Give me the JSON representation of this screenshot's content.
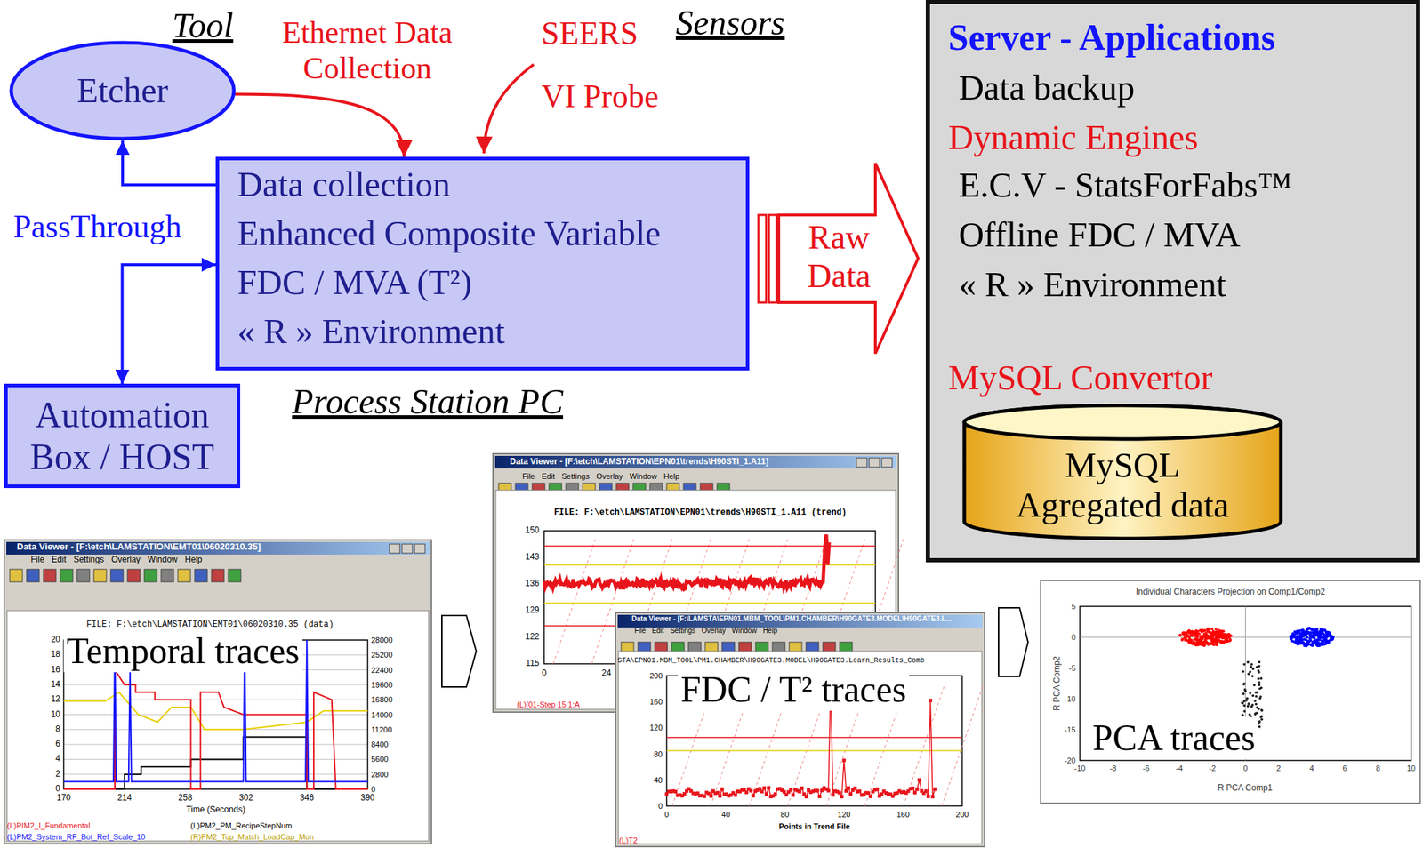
{
  "diagram": {
    "nodes": [
      {
        "text": [
          "Etcher"
        ]
      },
      {
        "text": [
          "Data collection",
          "Enhanced Composite Variable",
          "FDC /  MVA (T²)",
          "« R » Environment",
          "Process Station PC"
        ]
      },
      {
        "text": [
          "Automation Box / HOST"
        ]
      },
      {
        "text": [
          "Server - Applications",
          "Data backup",
          "Dynamic Engines",
          "E.C.V - StatsForFabs™",
          "Offline FDC /  MVA",
          "« R » Environment",
          "MySQL Convertor"
        ]
      },
      {
        "text": [
          "MySQL Agregated data"
        ],
        "in": 3
      }
    ],
    "edges": [
      {
        "from": 0,
        "to": 1,
        "arrow": "to",
        "label": "Ethernet Data Collection"
      },
      {
        "from": 1,
        "to": 0,
        "arrow": "to"
      },
      {
        "from": 2,
        "to": 1,
        "arrow": "both"
      },
      {
        "from": 1,
        "to": 3,
        "arrow": "to",
        "label": "Raw Data"
      }
    ],
    "labels": [
      "Tool",
      "Sensors",
      "SEERS",
      "VI Probe",
      "PassThrough",
      "Temporal traces",
      "FDC / T² traces",
      "PCA traces",
      "Data Viewer - [F:\\etch\\LAMSTATION\\EMT01\\06020310.35]",
      "File Edit Settings Overlay Window Help",
      "FILE: F:\\etch\\LAMSTATION\\EMT01\\06020310.35 (data)",
      "20",
      "18",
      "16",
      "14",
      "12",
      "10",
      "8",
      "6",
      "4",
      "2",
      "0",
      "28000",
      "25200",
      "22400",
      "19600",
      "16800",
      "14000",
      "11200",
      "8400",
      "5600",
      "2800",
      "0",
      "170",
      "214",
      "258",
      "302",
      "346",
      "390",
      "Time (Seconds)",
      "(L)PIM2_I_Fundamental",
      "(L)PM2_PM_RecipeStepNum",
      "(L)PM2_System_RF_Bot_Ref_Scale_10",
      "(R)PM2_Top_Match_LoadCap_Mon",
      "Data Viewer - [F:\\etch\\LAMSTATION\\EPN01\\trends\\H90STI_1.A11]",
      "File Edit Settings Overlay Window Help",
      "FILE: F:\\etch\\LAMSTATION\\EPN01\\trends\\H90STI_1.A11  (trend)",
      "150",
      "143",
      "136",
      "129",
      "122",
      "115",
      "0",
      "24",
      "(L)[01-Step 15:1:A",
      "Data Viewer - [F:\\LAMSTA\\EPN01.MBM_TOOL\\PM1.CHAMBER\\H90GATE3.MODEL\\H90GATE3.L...",
      "File Edit Settings Overlay Window Help",
      "STA\\EPN01.MBM_TOOL\\PM1.CHAMBER\\H90GATE3.MODEL\\H90GATE3.Learn_Results_Comb",
      "200",
      "160",
      "120",
      "80",
      "40",
      "0",
      "0",
      "40",
      "80",
      "120",
      "160",
      "200",
      "Points in Trend File",
      "(L)T2",
      "Individual Characters Projection on Comp1/Comp2",
      "R PCA Comp1",
      "R PCA Comp2",
      "5",
      "0",
      "-5",
      "-10",
      "-15",
      "-20",
      "-10",
      "-8",
      "-6",
      "-4",
      "-2",
      "0",
      "2",
      "4",
      "6",
      "8",
      "10"
    ]
  }
}
